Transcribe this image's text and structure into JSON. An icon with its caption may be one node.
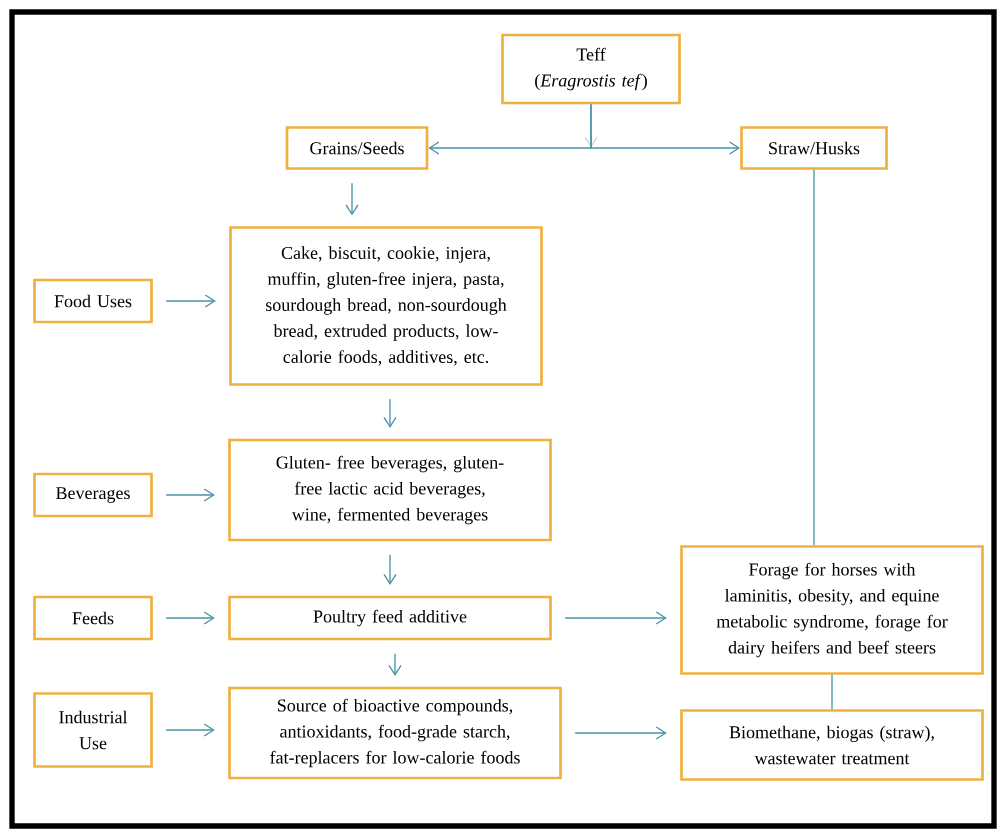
{
  "diagram": {
    "nodes": [
      {
        "text": [
          "Teff",
          "(*Eragrostis tef*)"
        ]
      },
      {
        "text": [
          "Grains/Seeds"
        ]
      },
      {
        "text": [
          "Straw/Husks"
        ]
      },
      {
        "text": [
          "Food Uses"
        ]
      },
      {
        "text": [
          "Cake, biscuit, cookie, injera, muffin, gluten-free injera, pasta, sourdough bread, non-sourdough bread, extruded products, low-calorie foods, additives, etc."
        ]
      },
      {
        "text": [
          "Beverages"
        ]
      },
      {
        "text": [
          "Gluten- free beverages, gluten-free lactic acid beverages, wine, fermented beverages"
        ]
      },
      {
        "text": [
          "Feeds"
        ]
      },
      {
        "text": [
          "Poultry feed additive"
        ]
      },
      {
        "text": [
          "Industrial Use"
        ]
      },
      {
        "text": [
          "Source of bioactive compounds, antioxidants, food-grade starch, fat-replacers for low-calorie foods"
        ]
      },
      {
        "text": [
          "Forage for horses with laminitis, obesity, and equine metabolic syndrome, forage for dairy heifers and beef steers"
        ]
      },
      {
        "text": [
          "Biomethane, biogas (straw), wastewater treatment"
        ]
      }
    ],
    "edges": [
      {
        "from": 0,
        "to": 1,
        "arrow": "to"
      },
      {
        "from": 0,
        "to": 2,
        "arrow": "to"
      },
      {
        "from": 1,
        "to": 4,
        "arrow": "to"
      },
      {
        "from": 3,
        "to": 4,
        "arrow": "to"
      },
      {
        "from": 4,
        "to": 6,
        "arrow": "to"
      },
      {
        "from": 5,
        "to": 6,
        "arrow": "to"
      },
      {
        "from": 6,
        "to": 8,
        "arrow": "to"
      },
      {
        "from": 7,
        "to": 8,
        "arrow": "to"
      },
      {
        "from": 8,
        "to": 10,
        "arrow": "to"
      },
      {
        "from": 9,
        "to": 10,
        "arrow": "to"
      },
      {
        "from": 8,
        "to": 11,
        "arrow": "to"
      },
      {
        "from": 10,
        "to": 12,
        "arrow": "to"
      },
      {
        "from": 2,
        "to": 11,
        "arrow": "none"
      },
      {
        "from": 11,
        "to": 12,
        "arrow": "none"
      }
    ]
  }
}
